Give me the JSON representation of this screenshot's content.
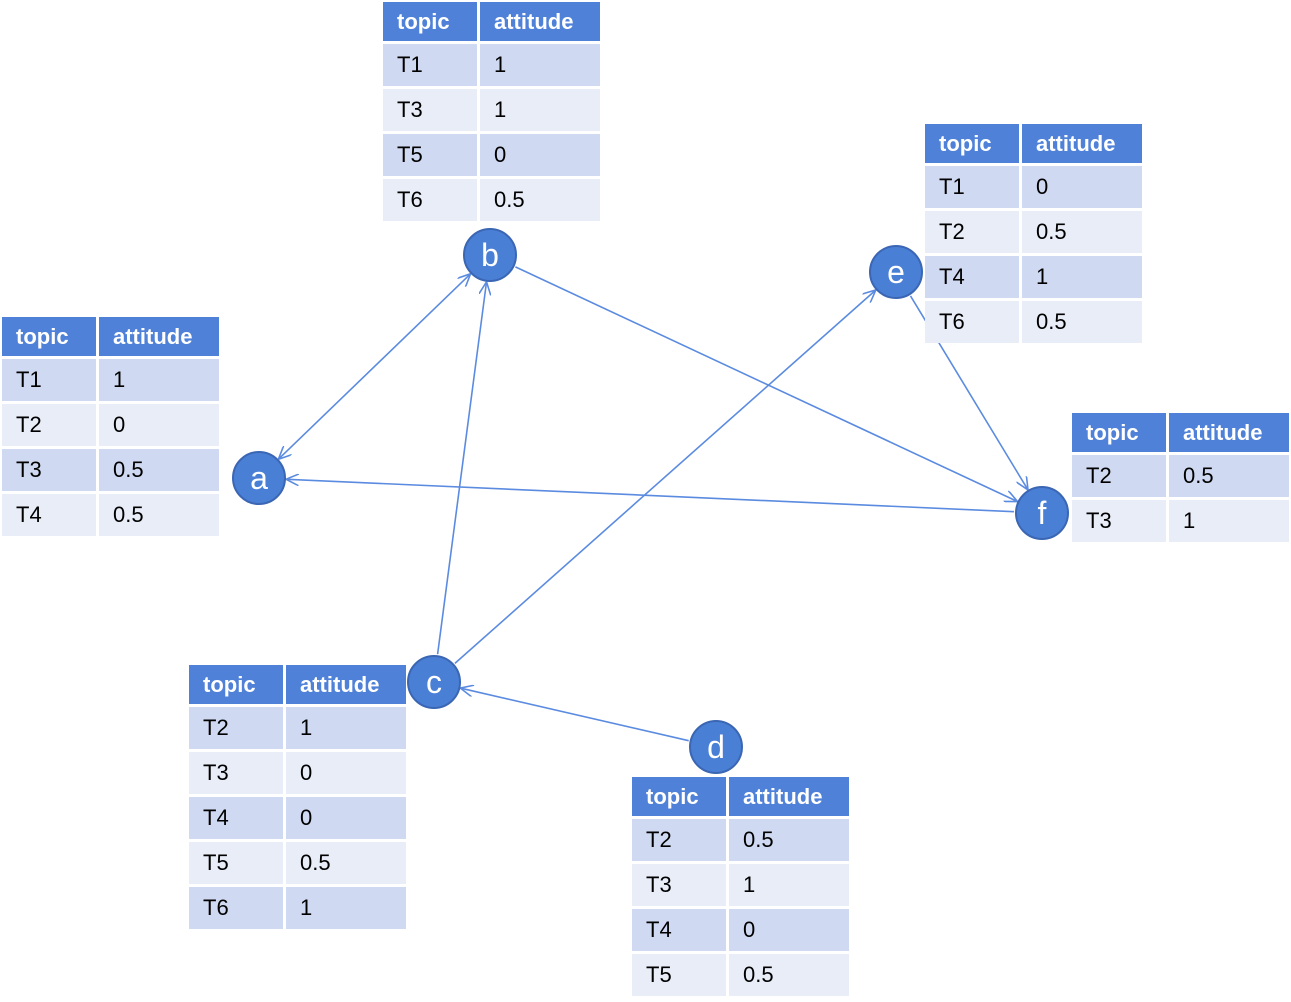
{
  "columns": [
    "topic",
    "attitude"
  ],
  "colors": {
    "node_fill": "#4a7fd6",
    "edge": "#5b8be0",
    "header": "#4f81d8",
    "row_dark": "#cfd9f1",
    "row_light": "#e8edf8"
  },
  "nodes": {
    "a": {
      "label": "a",
      "rows": [
        {
          "topic": "T1",
          "attitude": "1"
        },
        {
          "topic": "T2",
          "attitude": "0"
        },
        {
          "topic": "T3",
          "attitude": "0.5"
        },
        {
          "topic": "T4",
          "attitude": "0.5"
        }
      ]
    },
    "b": {
      "label": "b",
      "rows": [
        {
          "topic": "T1",
          "attitude": "1"
        },
        {
          "topic": "T3",
          "attitude": "1"
        },
        {
          "topic": "T5",
          "attitude": "0"
        },
        {
          "topic": "T6",
          "attitude": "0.5"
        }
      ]
    },
    "c": {
      "label": "c",
      "rows": [
        {
          "topic": "T2",
          "attitude": "1"
        },
        {
          "topic": "T3",
          "attitude": "0"
        },
        {
          "topic": "T4",
          "attitude": "0"
        },
        {
          "topic": "T5",
          "attitude": "0.5"
        },
        {
          "topic": "T6",
          "attitude": "1"
        }
      ]
    },
    "d": {
      "label": "d",
      "rows": [
        {
          "topic": "T2",
          "attitude": "0.5"
        },
        {
          "topic": "T3",
          "attitude": "1"
        },
        {
          "topic": "T4",
          "attitude": "0"
        },
        {
          "topic": "T5",
          "attitude": "0.5"
        }
      ]
    },
    "e": {
      "label": "e",
      "rows": [
        {
          "topic": "T1",
          "attitude": "0"
        },
        {
          "topic": "T2",
          "attitude": "0.5"
        },
        {
          "topic": "T4",
          "attitude": "1"
        },
        {
          "topic": "T6",
          "attitude": "0.5"
        }
      ]
    },
    "f": {
      "label": "f",
      "rows": [
        {
          "topic": "T2",
          "attitude": "0.5"
        },
        {
          "topic": "T3",
          "attitude": "1"
        }
      ]
    }
  },
  "edges": [
    {
      "from": "a",
      "to": "b",
      "bidirectional": true
    },
    {
      "from": "b",
      "to": "f",
      "bidirectional": false
    },
    {
      "from": "f",
      "to": "a",
      "bidirectional": false
    },
    {
      "from": "c",
      "to": "b",
      "bidirectional": false
    },
    {
      "from": "c",
      "to": "e",
      "bidirectional": false
    },
    {
      "from": "e",
      "to": "f",
      "bidirectional": false
    },
    {
      "from": "d",
      "to": "c",
      "bidirectional": false
    }
  ]
}
